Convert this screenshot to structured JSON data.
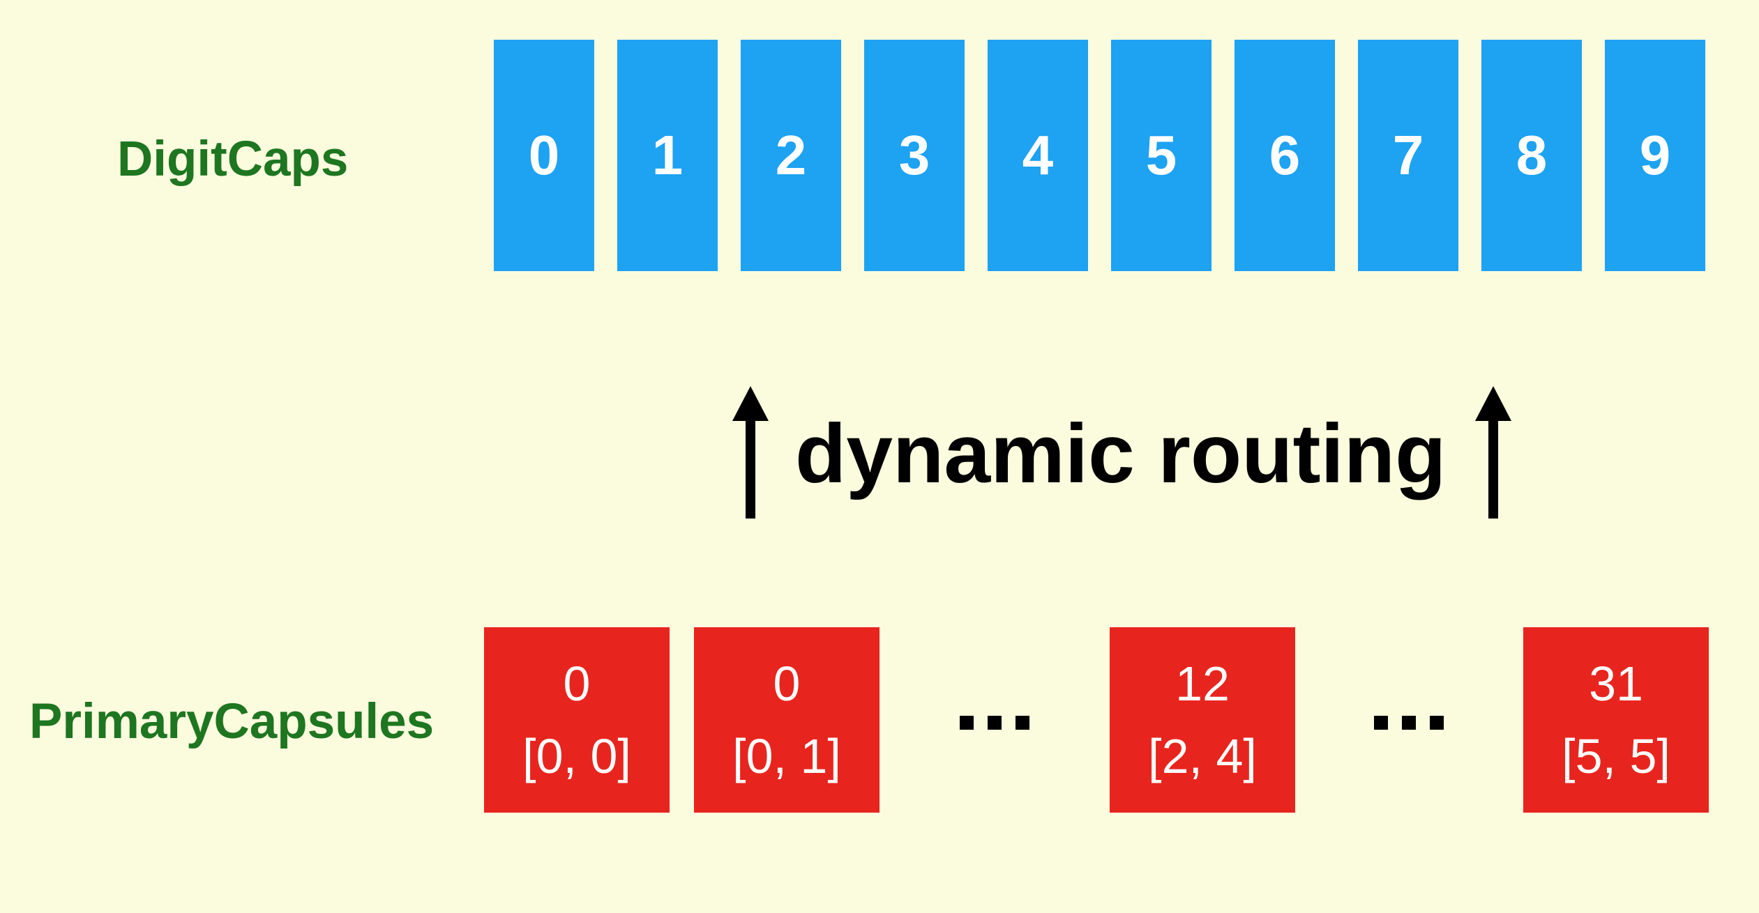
{
  "colors": {
    "background": "#FBFBDE",
    "digit_capsule_blue": "#1EA2F2",
    "primary_capsule_red": "#E7251E",
    "label_green": "#1E7620",
    "capsule_text_white": "#FFFFFF",
    "routing_text_black": "#000000"
  },
  "digitcaps": {
    "label": "DigitCaps",
    "capsules": [
      "0",
      "1",
      "2",
      "3",
      "4",
      "5",
      "6",
      "7",
      "8",
      "9"
    ]
  },
  "routing": {
    "label": "dynamic routing"
  },
  "primarycapsules": {
    "label": "PrimaryCapsules",
    "ellipsis": "...",
    "capsules": [
      {
        "index": "0",
        "position": "[0, 0]"
      },
      {
        "index": "0",
        "position": "[0, 1]"
      },
      {
        "index": "12",
        "position": "[2, 4]"
      },
      {
        "index": "31",
        "position": "[5, 5]"
      }
    ]
  }
}
